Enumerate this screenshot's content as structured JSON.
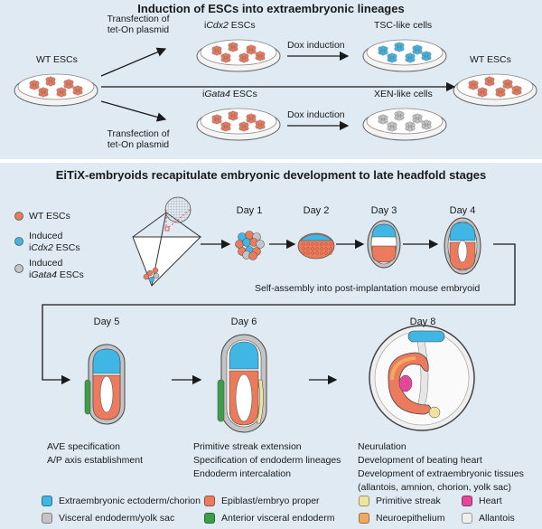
{
  "top": {
    "title": "Induction of ESCs into extraembryonic lineages",
    "wt_left": "WT ESCs",
    "wt_right": "WT ESCs",
    "transfection_top_1": "Transfection of",
    "transfection_top_2": "tet-On plasmid",
    "transfection_bottom_1": "Transfection of",
    "transfection_bottom_2": "tet-On plasmid",
    "icdx2_prefix": "i",
    "icdx2_gene": "Cdx2",
    "icdx2_suffix": " ESCs",
    "igata4_prefix": "i",
    "igata4_gene": "Gata4",
    "igata4_suffix": " ESCs",
    "dox_top": "Dox induction",
    "dox_bottom": "Dox induction",
    "tsc": "TSC-like cells",
    "xen": "XEN-like cells"
  },
  "bottom": {
    "title": "EiTiX-embryoids recapitulate embryonic development to late headfold stages",
    "key_wt": "WT ESCs",
    "key_cdx2_1": "Induced",
    "key_cdx2_2_prefix": "i",
    "key_cdx2_2_gene": "Cdx2",
    "key_cdx2_2_suffix": " ESCs",
    "key_gata4_1": "Induced",
    "key_gata4_2_prefix": "i",
    "key_gata4_2_gene": "Gata4",
    "key_gata4_2_suffix": " ESCs",
    "day1": "Day 1",
    "day2": "Day 2",
    "day3": "Day 3",
    "day4": "Day 4",
    "day5": "Day 5",
    "day6": "Day 6",
    "day8": "Day 8",
    "self_assembly": "Self-assembly into post-implantation mouse embryoid",
    "day5_text": [
      "AVE specification",
      "A/P axis establishment"
    ],
    "day6_text": [
      "Primitive streak extension",
      "Specification of endoderm lineages",
      "Endoderm intercalation"
    ],
    "day8_text": [
      "Neurulation",
      "Development of beating heart",
      "Development of extraembryonic tissues",
      "(allantois, amnion, chorion, yolk sac)"
    ]
  },
  "legend": [
    {
      "label": "Extraembryonic ectoderm/chorion",
      "color": "#3fb6e3"
    },
    {
      "label": "Epiblast/embryo proper",
      "color": "#ec7a5c"
    },
    {
      "label": "Primitive streak",
      "color": "#efe3a0"
    },
    {
      "label": "Heart",
      "color": "#e2479c"
    },
    {
      "label": "Visceral endoderm/yolk sac",
      "color": "#c4c4c4"
    },
    {
      "label": "Anterior visceral endoderm",
      "color": "#3c9e4a"
    },
    {
      "label": "Neuroepithelium",
      "color": "#f2a860"
    },
    {
      "label": "Allantois",
      "color": "#efefef"
    }
  ],
  "colors": {
    "wt": "#ec7a5c",
    "cdx2": "#3fb6e3",
    "gata4": "#c4c4c4",
    "panel_bg": "#dfeaf3"
  }
}
